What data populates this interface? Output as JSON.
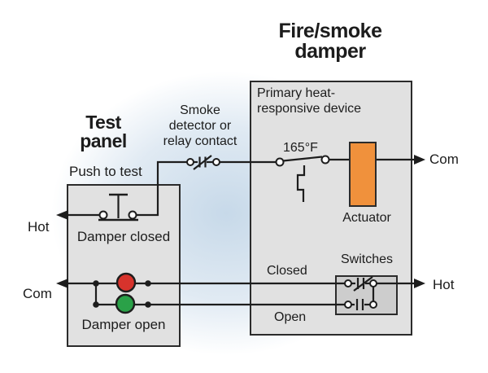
{
  "colors": {
    "line": "#1d1d1d",
    "text": "#1c1c1c",
    "box_fill": "#e1e1e1",
    "box_border": "#2b2b2b",
    "inner_box_fill": "#cdcdcd",
    "actuator_orange": "#f0913c",
    "light_red": "#d7332c",
    "light_green": "#2aa148",
    "bg_blue": "#c7d9e9"
  },
  "damper": {
    "title_line1": "Fire/smoke",
    "title_line2": "damper",
    "device_line1": "Primary heat-",
    "device_line2": "responsive device",
    "temp_rating": "165°F",
    "actuator": "Actuator",
    "switches": "Switches",
    "closed": "Closed",
    "open": "Open",
    "com_out": "Com",
    "hot_out": "Hot"
  },
  "test_panel": {
    "title_line1": "Test",
    "title_line2": "panel",
    "push_to_test": "Push to test",
    "damper_closed": "Damper closed",
    "damper_open": "Damper open",
    "hot_in": "Hot",
    "com_in": "Com"
  },
  "interconnect": {
    "smoke_line1": "Smoke",
    "smoke_line2": "detector or",
    "smoke_line3": "relay contact"
  }
}
